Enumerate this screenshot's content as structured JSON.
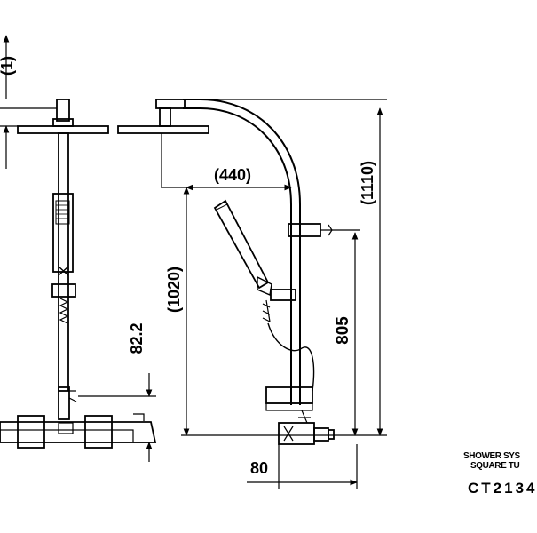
{
  "dimensions": {
    "top_offset": "(1)",
    "reach": "(440)",
    "total_height": "(1110)",
    "rail_height": "(1020)",
    "handset_height": "805",
    "mixer_height": "82.2",
    "mixer_depth": "80"
  },
  "title_block": {
    "line1": "SHOWER SYS",
    "line2": "SQUARE TU",
    "model_code": "CT2134"
  }
}
